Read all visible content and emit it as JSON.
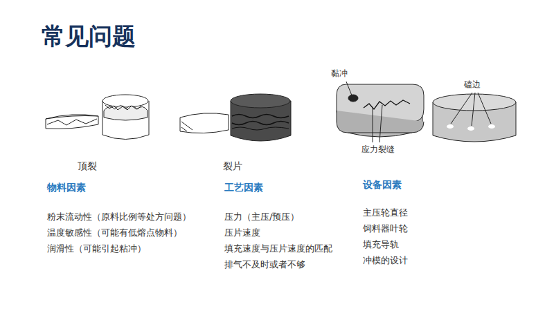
{
  "diagram": {
    "title": "常见问题",
    "labels": [
      "顶裂",
      "裂片",
      "黏冲",
      "应力裂缝",
      "磕边",
      "物料因素",
      "粉末流动性（原料比例等处方问题）",
      "温度敏感性（可能有低熔点物料）",
      "润滑性（可能引起粘冲）",
      "工艺因素",
      "压力（主压/预压）",
      "压片速度",
      "填充速度与压片速度的匹配",
      "排气不及时或者不够",
      "设备因素",
      "主压轮直径",
      "饲料器叶轮",
      "填充导轨",
      "冲模的设计"
    ]
  }
}
